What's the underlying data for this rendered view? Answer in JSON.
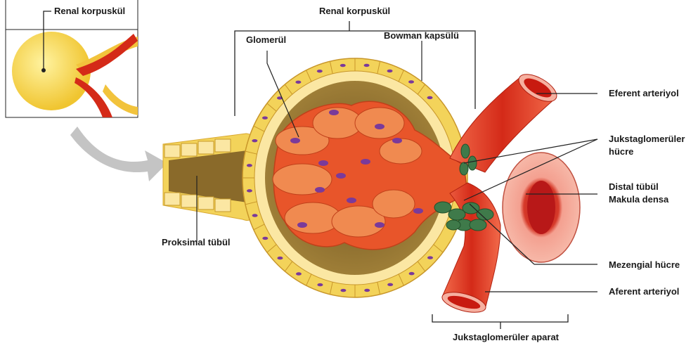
{
  "labels": {
    "inset_renal": "Renal korpuskül",
    "top_renal": "Renal korpuskül",
    "glomerul": "Glomerül",
    "bowman": "Bowman kapsülü",
    "proksimal": "Proksimal tübül",
    "eferent": "Eferent arteriyol",
    "juksta_hucre_1": "Jukstaglomerüler",
    "juksta_hucre_2": "hücre",
    "distal": "Distal tübül",
    "makula": "Makula densa",
    "mezengial": "Mezengial hücre",
    "aferent": "Aferent arteriyol",
    "juksta_aparat": "Jukstaglomerüler aparat"
  },
  "colors": {
    "capsule_yellow": "#f3d35a",
    "capsule_cell": "#fbe7a3",
    "space_brown": "#8a6a2a",
    "glomerulus": "#e8552a",
    "vessel_red": "#e0301e",
    "distal_pink": "#f08a7a",
    "nucleus": "#7a3a9a",
    "jg_green": "#3f7a4a",
    "arrow_gray": "#bdbdbd"
  }
}
